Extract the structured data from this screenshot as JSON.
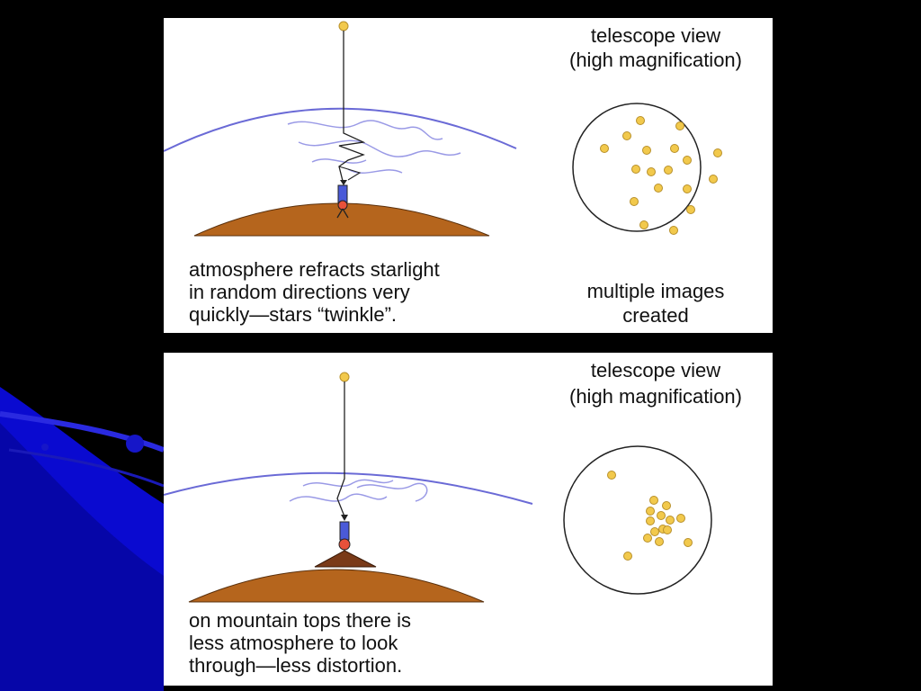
{
  "colors": {
    "background": "#000000",
    "accent_blue": "#0a0ad0",
    "ground": "#b5651d",
    "atmosphere_line": "#6a6ad6",
    "star": "#f2c94c",
    "telescope_body": "#4a5ad8",
    "observer_head": "#e8513a"
  },
  "panel_top": {
    "telescope_view_title": "telescope view",
    "telescope_view_subtitle": "(high magnification)",
    "caption_lines": [
      "atmosphere refracts starlight",
      "in random directions very",
      "quickly—stars “twinkle”."
    ],
    "result_lines": [
      "multiple images",
      "created"
    ]
  },
  "panel_bottom": {
    "telescope_view_title": "telescope view",
    "telescope_view_subtitle": "(high magnification)",
    "caption_lines": [
      "on mountain tops there is",
      "less atmosphere to look",
      "through—less distortion."
    ]
  }
}
